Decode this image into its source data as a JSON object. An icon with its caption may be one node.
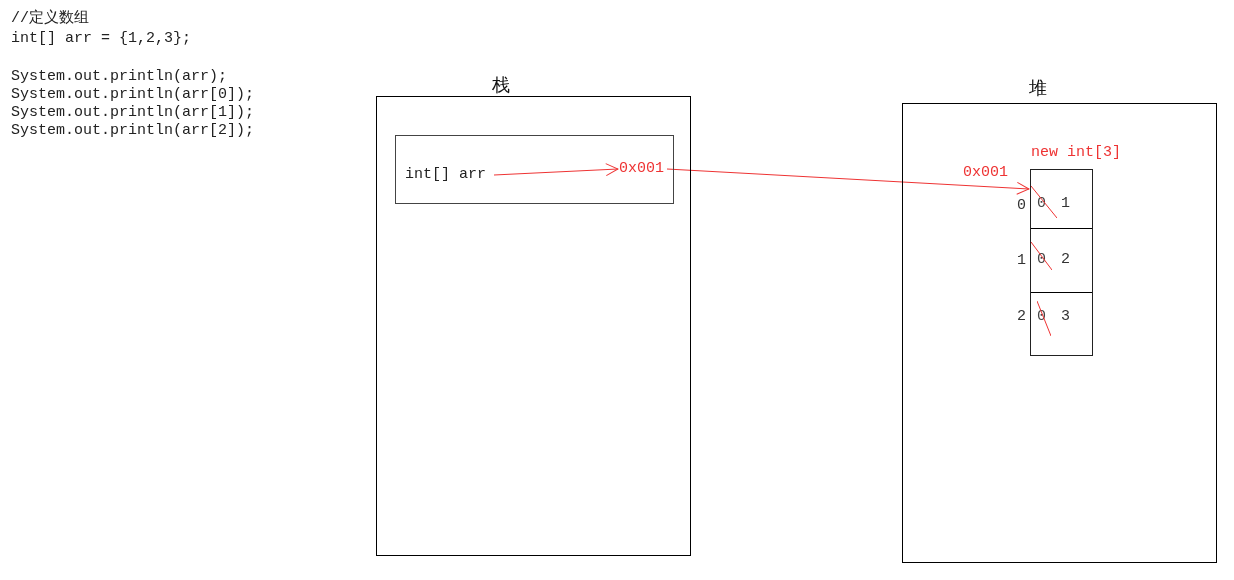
{
  "diagram": {
    "nodes": [
      {
        "text": [
          "栈"
        ]
      },
      {
        "text": [],
        "shape": "box",
        "in": 0
      },
      {
        "text": [
          "int[] arr"
        ],
        "in": 1
      },
      {
        "text": [
          "0x001"
        ],
        "in": 1
      },
      {
        "text": [
          "堆"
        ]
      },
      {
        "text": [
          "new int[3]"
        ],
        "in": 4
      },
      {
        "text": [
          "0",
          "1"
        ],
        "beside": [
          "0"
        ],
        "in": 5
      },
      {
        "text": [
          "0",
          "2"
        ],
        "beside": [
          "1"
        ],
        "in": 5
      },
      {
        "text": [
          "0",
          "3"
        ],
        "beside": [
          "2"
        ],
        "in": 5
      }
    ],
    "edges": [
      {
        "from": 2,
        "to": 3,
        "arrow": "to"
      },
      {
        "from": 3,
        "to": 5,
        "arrow": "to",
        "label": "0x001"
      }
    ],
    "labels": [
      "//定义数组",
      "int[] arr = {1,2,3};",
      "System.out.println(arr);",
      "System.out.println(arr[0]);",
      "System.out.println(arr[1]);",
      "System.out.println(arr[2]);"
    ]
  }
}
